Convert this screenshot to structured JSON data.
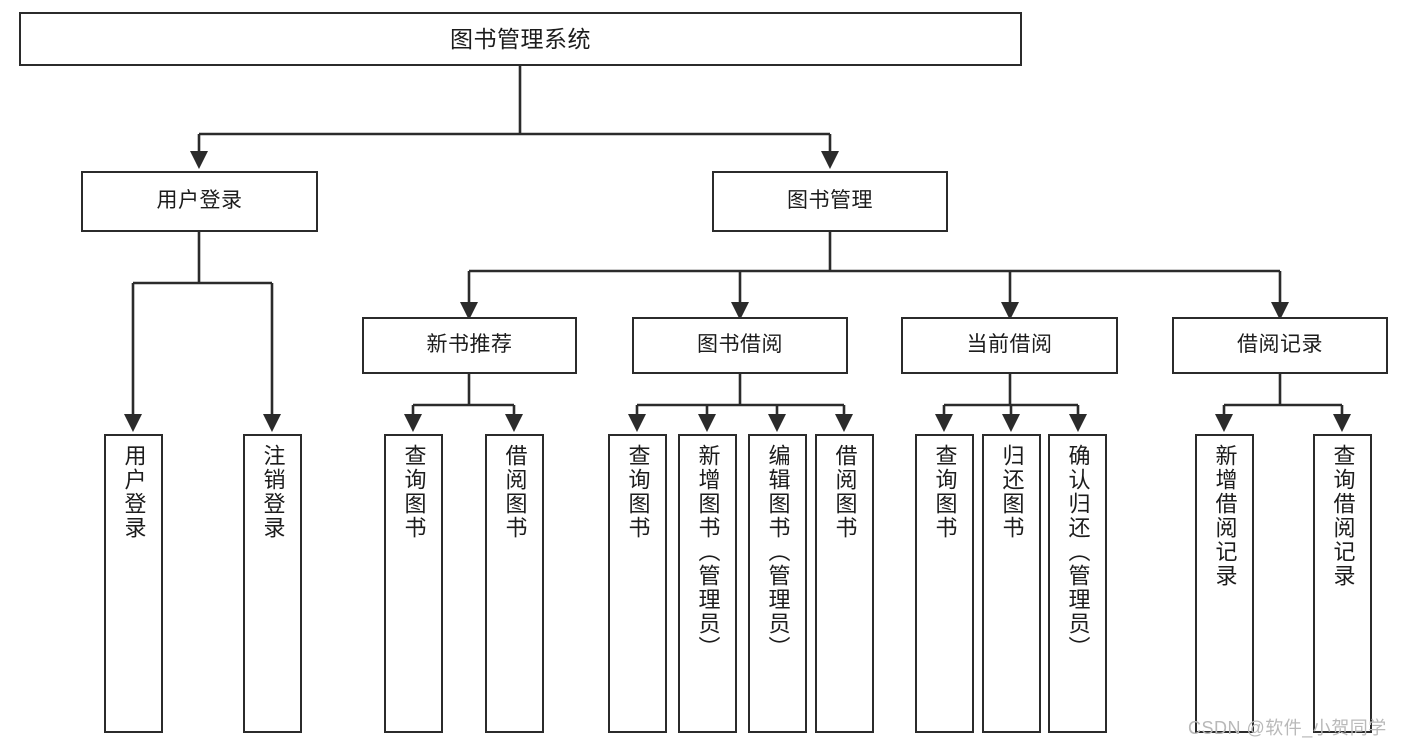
{
  "diagram": {
    "title": "图书管理系统",
    "type": "tree",
    "watermark": "CSDN @软件_小贺同学",
    "colors": {
      "box_border": "#2b2b2b",
      "box_fill": "#ffffff",
      "connector": "#2b2b2b",
      "text": "#1c1c1c",
      "watermark": "#b9b9b9",
      "background": "#ffffff"
    },
    "levels": [
      {
        "level": 1,
        "nodes": [
          {
            "id": "root",
            "label": "图书管理系统"
          }
        ]
      },
      {
        "level": 2,
        "nodes": [
          {
            "id": "login",
            "label": "用户登录",
            "parent": "root"
          },
          {
            "id": "bookmgmt",
            "label": "图书管理",
            "parent": "root"
          }
        ]
      },
      {
        "level": 3,
        "nodes": [
          {
            "id": "newbook",
            "label": "新书推荐",
            "parent": "bookmgmt"
          },
          {
            "id": "borrow",
            "label": "图书借阅",
            "parent": "bookmgmt"
          },
          {
            "id": "current",
            "label": "当前借阅",
            "parent": "bookmgmt"
          },
          {
            "id": "records",
            "label": "借阅记录",
            "parent": "bookmgmt"
          }
        ]
      },
      {
        "level": 4,
        "nodes": [
          {
            "id": "l1",
            "label": "用户登录",
            "parent": "login"
          },
          {
            "id": "l2",
            "label": "注销登录",
            "parent": "login"
          },
          {
            "id": "l3",
            "label": "查询图书",
            "parent": "newbook"
          },
          {
            "id": "l4",
            "label": "借阅图书",
            "parent": "newbook"
          },
          {
            "id": "l5",
            "label": "查询图书",
            "parent": "borrow"
          },
          {
            "id": "l6",
            "label": "新增图书（管理员）",
            "parent": "borrow"
          },
          {
            "id": "l7",
            "label": "编辑图书（管理员）",
            "parent": "borrow"
          },
          {
            "id": "l8",
            "label": "借阅图书",
            "parent": "borrow"
          },
          {
            "id": "l9",
            "label": "查询图书",
            "parent": "current"
          },
          {
            "id": "l10",
            "label": "归还图书",
            "parent": "current"
          },
          {
            "id": "l11",
            "label": "确认归还（管理员）",
            "parent": "current"
          },
          {
            "id": "l12",
            "label": "新增借阅记录",
            "parent": "records"
          },
          {
            "id": "l13",
            "label": "查询借阅记录",
            "parent": "records"
          }
        ]
      }
    ]
  }
}
